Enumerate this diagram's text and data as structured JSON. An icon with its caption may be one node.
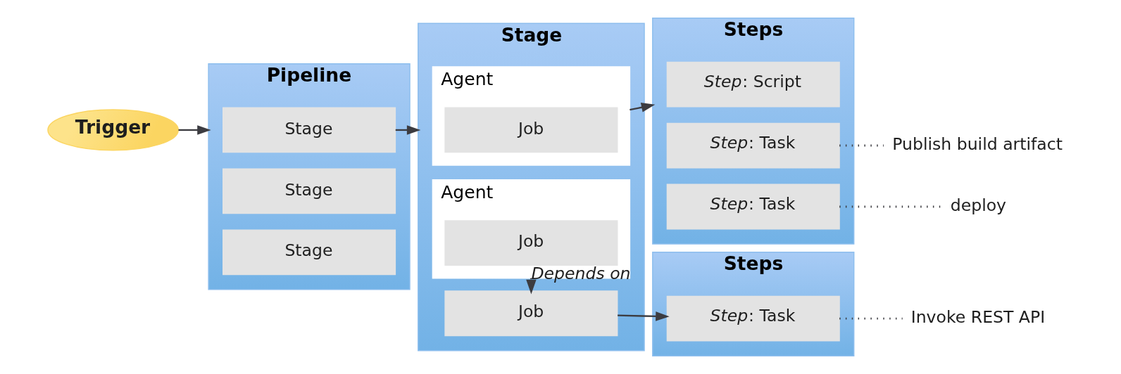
{
  "diagram": {
    "nodes": [
      {
        "text": [
          "Trigger"
        ]
      },
      {
        "text": [
          "Pipeline"
        ]
      },
      {
        "text": [
          "Stage"
        ],
        "in": 1
      },
      {
        "text": [
          "Stage"
        ],
        "in": 1
      },
      {
        "text": [
          "Stage"
        ],
        "in": 1
      },
      {
        "text": [
          "Stage"
        ]
      },
      {
        "text": [
          "Agent"
        ],
        "in": 5
      },
      {
        "text": [
          "Job"
        ],
        "in": 6
      },
      {
        "text": [
          "Job"
        ],
        "in": 5
      },
      {
        "text": [
          "Agent"
        ],
        "in": 5
      },
      {
        "text": [
          "Job"
        ],
        "in": 9
      },
      {
        "text": [
          "Steps"
        ]
      },
      {
        "text": [
          "*Step*: Script"
        ],
        "in": 11
      },
      {
        "text": [
          "*Step*: Task"
        ],
        "in": 11
      },
      {
        "text": [
          "*Step*: Task"
        ],
        "in": 11
      },
      {
        "text": [
          "Steps"
        ]
      },
      {
        "text": [
          "*Step*: Task"
        ],
        "in": 15
      },
      {
        "text": [
          "Publish build artifact"
        ]
      },
      {
        "text": [
          "deploy"
        ]
      },
      {
        "text": [
          "Invoke REST API"
        ]
      }
    ],
    "edges": [
      {
        "from": 0,
        "to": 1,
        "arrow": "to"
      },
      {
        "from": 2,
        "to": 5,
        "arrow": "to"
      },
      {
        "from": 6,
        "to": 11,
        "arrow": "to"
      },
      {
        "from": 8,
        "to": 16,
        "arrow": "to"
      },
      {
        "from": 9,
        "to": 8,
        "arrow": "to",
        "label": "Depends on",
        "style": "dashed"
      },
      {
        "from": 13,
        "to": 17,
        "arrow": "none",
        "style": "dashed"
      },
      {
        "from": 14,
        "to": 18,
        "arrow": "none",
        "style": "dashed"
      },
      {
        "from": 16,
        "to": 19,
        "arrow": "none",
        "style": "dashed"
      }
    ]
  }
}
